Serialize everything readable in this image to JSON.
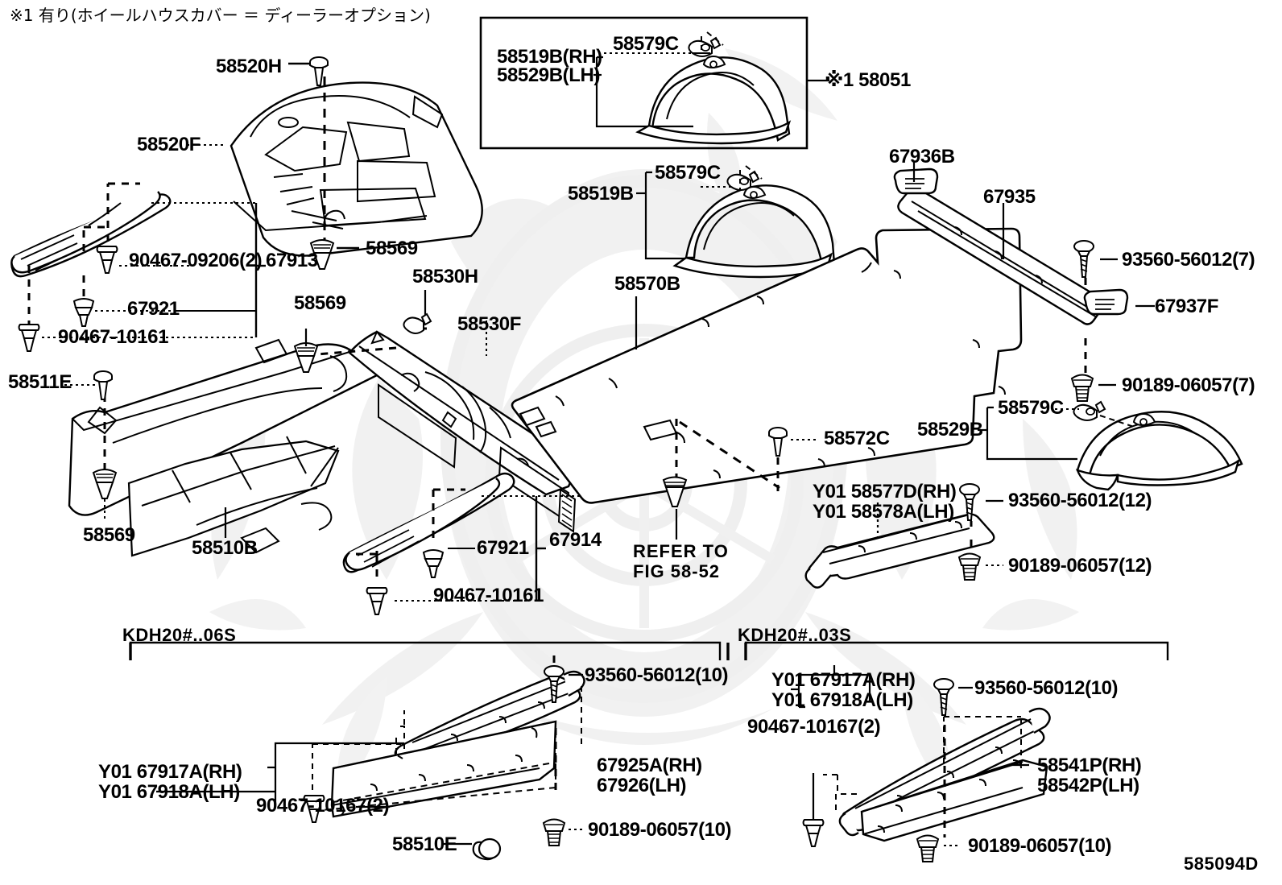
{
  "diagram": {
    "id": "585094D",
    "note_top": "※1 有り(ホイールハウスカバー ＝ ディーラーオプション)",
    "refer_note": "REFER TO\nFIG 58-52",
    "group_left_title": "KDH20#..06S",
    "group_right_title": "KDH20#..03S"
  },
  "labels": {
    "inset_ref": "※1 58051",
    "n58520H": "58520H",
    "n58520F": "58520F",
    "n58519B_RH": "58519B(RH)",
    "n58529B_LH": "58529B(LH)",
    "n58579C_a": "58579C",
    "n58579C_b": "58579C",
    "n58579C_c": "58579C",
    "n58519B": "58519B",
    "n58529B": "58529B",
    "n90467_09206_2": "90467-09206(2)",
    "n67913": "67913",
    "n67921_a": "67921",
    "n90467_10161_a": "90467-10161",
    "n58569_a": "58569",
    "n58569_b": "58569",
    "n58569_c": "58569",
    "n58511E": "58511E",
    "n58510B": "58510B",
    "n58530H": "58530H",
    "n58530F": "58530F",
    "n67914": "67914",
    "n67921_b": "67921",
    "n90467_10161_b": "90467-10161",
    "n58570B": "58570B",
    "n58572C": "58572C",
    "n67936B": "67936B",
    "n67935": "67935",
    "n67937F": "67937F",
    "n93560_56012_7": "93560-56012(7)",
    "n90189_06057_7": "90189-06057(7)",
    "n58577D_RH": "Y01 58577D(RH)",
    "n58578A_LH": "Y01 58578A(LH)",
    "n93560_56012_12": "93560-56012(12)",
    "n90189_06057_12": "90189-06057(12)",
    "bl_67917A_RH": "Y01 67917A(RH)",
    "bl_67918A_LH": "Y01 67918A(LH)",
    "bl_90467_10167_2": "90467-10167(2)",
    "bl_93560_56012_10": "93560-56012(10)",
    "bl_67925A_RH": "67925A(RH)",
    "bl_67926_LH": "67926(LH)",
    "bl_90189_06057_10": "90189-06057(10)",
    "bl_58510E": "58510E",
    "br_67917A_RH": "Y01 67917A(RH)",
    "br_67918A_LH": "Y01 67918A(LH)",
    "br_90467_10167_2": "90467-10167(2)",
    "br_93560_56012_10": "93560-56012(10)",
    "br_58541P_RH": "58541P(RH)",
    "br_58542P_LH": "58542P(LH)",
    "br_90189_06057_10": "90189-06057(10)"
  },
  "colors": {
    "ink": "#000000",
    "paper": "#ffffff",
    "watermark": "#f0f0f0"
  }
}
